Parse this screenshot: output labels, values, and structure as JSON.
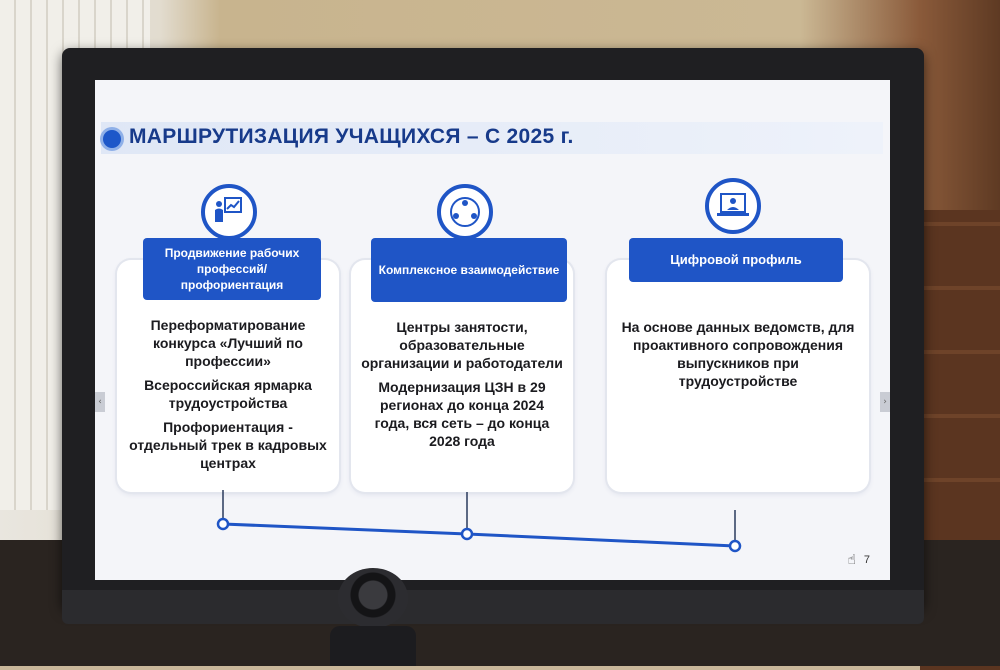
{
  "slide": {
    "title": "МАРШРУТИЗАЦИЯ УЧАЩИХСЯ – С 2025 г.",
    "page_number": "7",
    "accent_color": "#1f55c6",
    "cards": [
      {
        "label": "Продвижение рабочих профессий/ профориентация",
        "icon": "presenter-board-icon",
        "paragraphs": [
          "Переформатирование конкурса «Лучший по профессии»",
          "Всероссийская ярмарка трудоустройства",
          "Профориентация - отдельный трек в кадровых центрах"
        ]
      },
      {
        "label": "Комплексное взаимодействие",
        "icon": "people-network-icon",
        "paragraphs": [
          "Центры занятости, образовательные организации и работодатели",
          "Модернизация ЦЗН в 29 регионах до конца 2024 года, вся сеть – до конца 2028 года"
        ]
      },
      {
        "label": "Цифровой профиль",
        "icon": "laptop-profile-icon",
        "paragraphs": [
          "На основе данных ведомств, для проактивного сопровождения выпускников при трудоустройстве"
        ]
      }
    ]
  }
}
